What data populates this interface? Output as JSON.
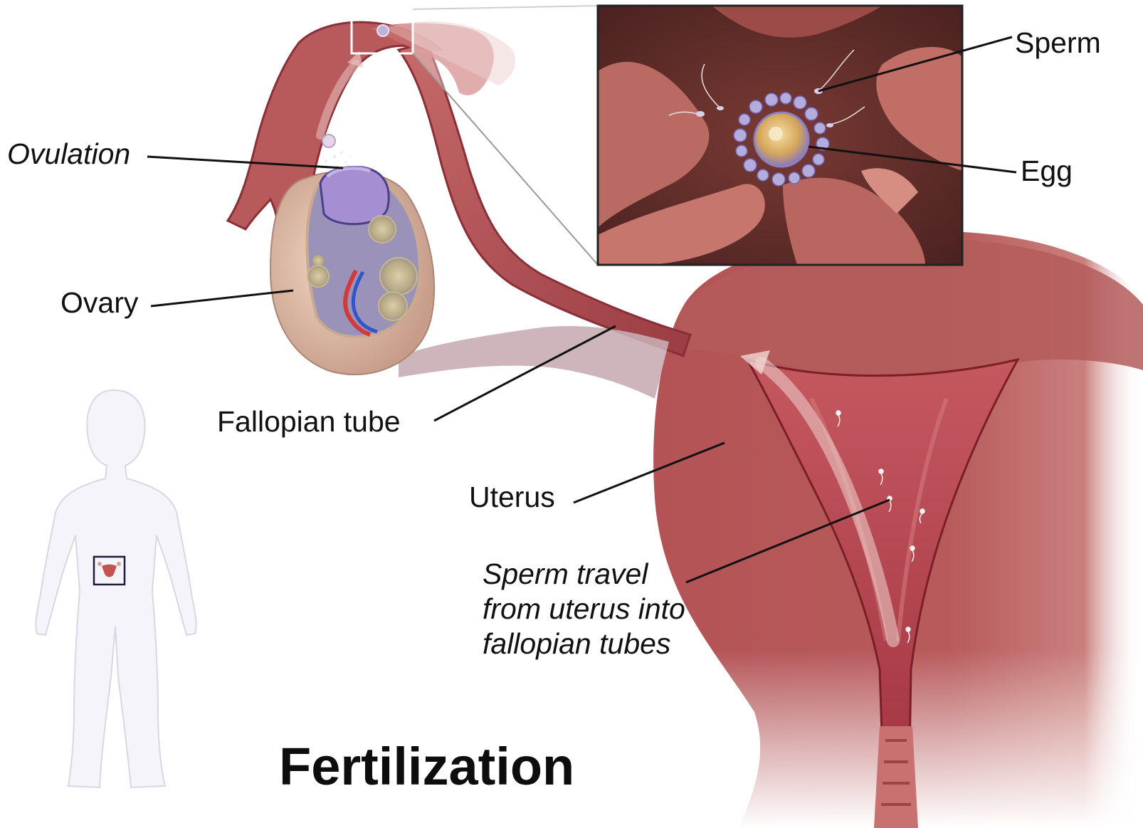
{
  "labels": {
    "sperm": "Sperm",
    "egg": "Egg",
    "ovulation": "Ovulation",
    "ovary": "Ovary",
    "fallopian_tube": "Fallopian tube",
    "uterus": "Uterus",
    "sperm_travel": [
      "Sperm travel",
      "from uterus into",
      "fallopian tubes"
    ]
  },
  "title": "Fertilization",
  "colors": {
    "tissue": "#b8565a",
    "tissue_dark": "#8e2f36",
    "tissue_light": "#d98a86",
    "ovary": "#d9b9a6",
    "ovary_interior": "#8f88b0",
    "follicle": "#c9b78a",
    "egg": "#d9a84f",
    "silhouette": "#f3f3f8",
    "leader_line": "#111111",
    "callout_border": "#333333"
  }
}
